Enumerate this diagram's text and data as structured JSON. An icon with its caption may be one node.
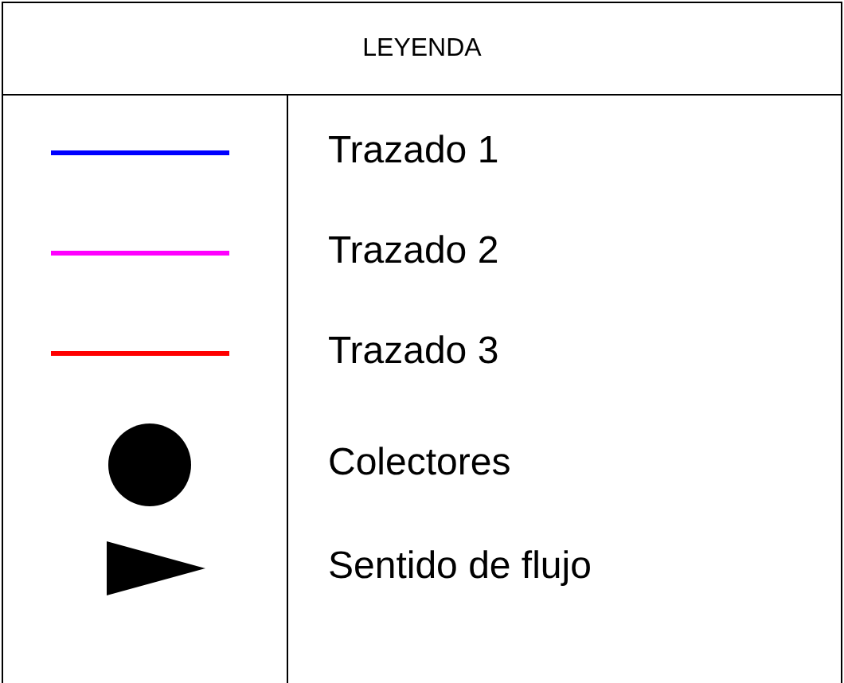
{
  "diagram": {
    "title": "LEYENDA",
    "legend": [
      {
        "text": "Trazado 1"
      },
      {
        "text": "Trazado 2"
      },
      {
        "text": "Trazado 3"
      },
      {
        "text": "Colectores"
      },
      {
        "text": "Sentido de flujo"
      }
    ]
  }
}
